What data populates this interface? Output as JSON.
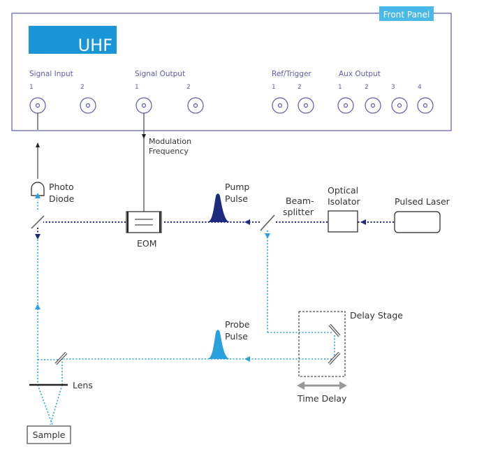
{
  "front_panel": {
    "tag": "Front Panel",
    "logo": "UHF",
    "groups": [
      {
        "label": "Signal Input",
        "numbers": [
          "1",
          "2"
        ]
      },
      {
        "label": "Signal Output",
        "numbers": [
          "1",
          "2"
        ]
      },
      {
        "label": "Ref/Trigger",
        "numbers": [
          "1",
          "2"
        ]
      },
      {
        "label": "Aux Output",
        "numbers": [
          "1",
          "2",
          "3",
          "4"
        ]
      }
    ]
  },
  "labels": {
    "modulation_line1": "Modulation",
    "modulation_line2": "Frequency",
    "photo_line1": "Photo",
    "photo_line2": "Diode",
    "pump_line1": "Pump",
    "pump_line2": "Pulse",
    "beam_line1": "Beam-",
    "beam_line2": "splitter",
    "optical_line1": "Optical",
    "optical_line2": "Isolator",
    "pulsed_laser": "Pulsed Laser",
    "eom": "EOM",
    "delay_stage": "Delay Stage",
    "probe_line1": "Probe",
    "probe_line2": "Pulse",
    "lens": "Lens",
    "time_delay": "Time Delay",
    "sample": "Sample"
  },
  "colors": {
    "panel_border": "#5c5caa",
    "logo_bg": "#1a96d8",
    "tag_bg": "#4ab8e8",
    "pump_beam": "#1c2a80",
    "probe_beam": "#2aa0dc",
    "delay_arrow": "#999999"
  }
}
